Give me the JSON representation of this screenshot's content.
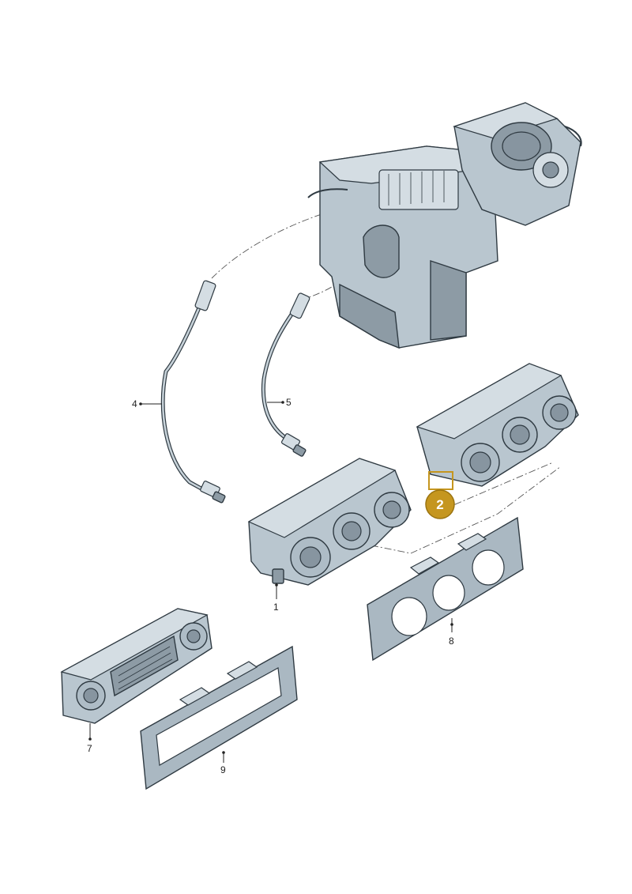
{
  "callouts": {
    "c1": "1",
    "c4": "4",
    "c5": "5",
    "c7": "7",
    "c8": "8",
    "c9": "9"
  },
  "badge": {
    "label": "2",
    "color": "#c5961f"
  },
  "colors": {
    "part_fill": "#b9c6cf",
    "outline": "#2f3a42",
    "background": "#ffffff"
  }
}
